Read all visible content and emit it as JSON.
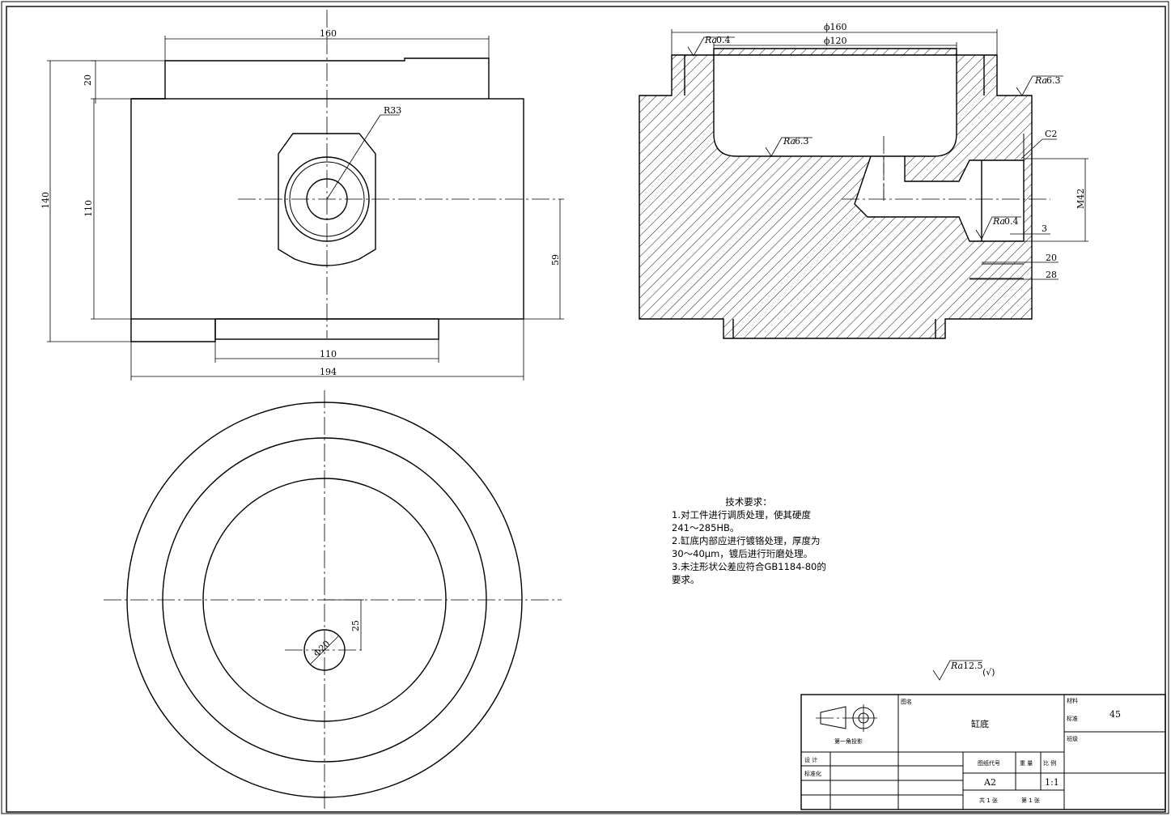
{
  "dims": {
    "front_top_width": "160",
    "front_step_height": "20",
    "front_total_height": "140",
    "front_body_height": "110",
    "front_boss_radius": "R33",
    "front_center_height": "59",
    "front_base_width": "110",
    "front_total_width": "194",
    "sec_outer_dia": "ϕ160",
    "sec_inner_dia": "ϕ120",
    "sec_chamfer": "C2",
    "sec_thread": "M42",
    "sec_d3": "3",
    "sec_d20": "20",
    "sec_d28": "28",
    "top_hole_dia": "Φ20",
    "top_hole_offset": "25"
  },
  "roughness": {
    "ra_label": "Ra",
    "sec_top": "0.4",
    "sec_right": "6.3",
    "sec_bottom": "6.3",
    "sec_port": "0.4",
    "general": "12.5",
    "general_suffix": "(√)"
  },
  "tech_requirements": {
    "heading": "技术要求：",
    "lines": [
      "1.对工件进行调质处理，使其硬度",
      "241～285HB。",
      "2.缸底内部应进行镀铬处理，厚度为",
      "30～40μm，镀后进行珩磨处理。",
      "3.未注形状公差应符合GB1184-80的",
      "要求。"
    ]
  },
  "title_block": {
    "projection_label": "第一角投影",
    "drawing_name_label": "图名",
    "drawing_name": "缸底",
    "material_label": "材料",
    "material": "45",
    "standard_label": "标准",
    "class_label": "班级",
    "design_label": "设 计",
    "standardization_label": "标准化",
    "drawing_code_label": "图纸代号",
    "drawing_code": "A2",
    "weight_label": "重 量",
    "scale_label": "比 例",
    "scale": "1:1",
    "total_sheets": "共 1 张",
    "sheet_no": "第 1 张"
  }
}
